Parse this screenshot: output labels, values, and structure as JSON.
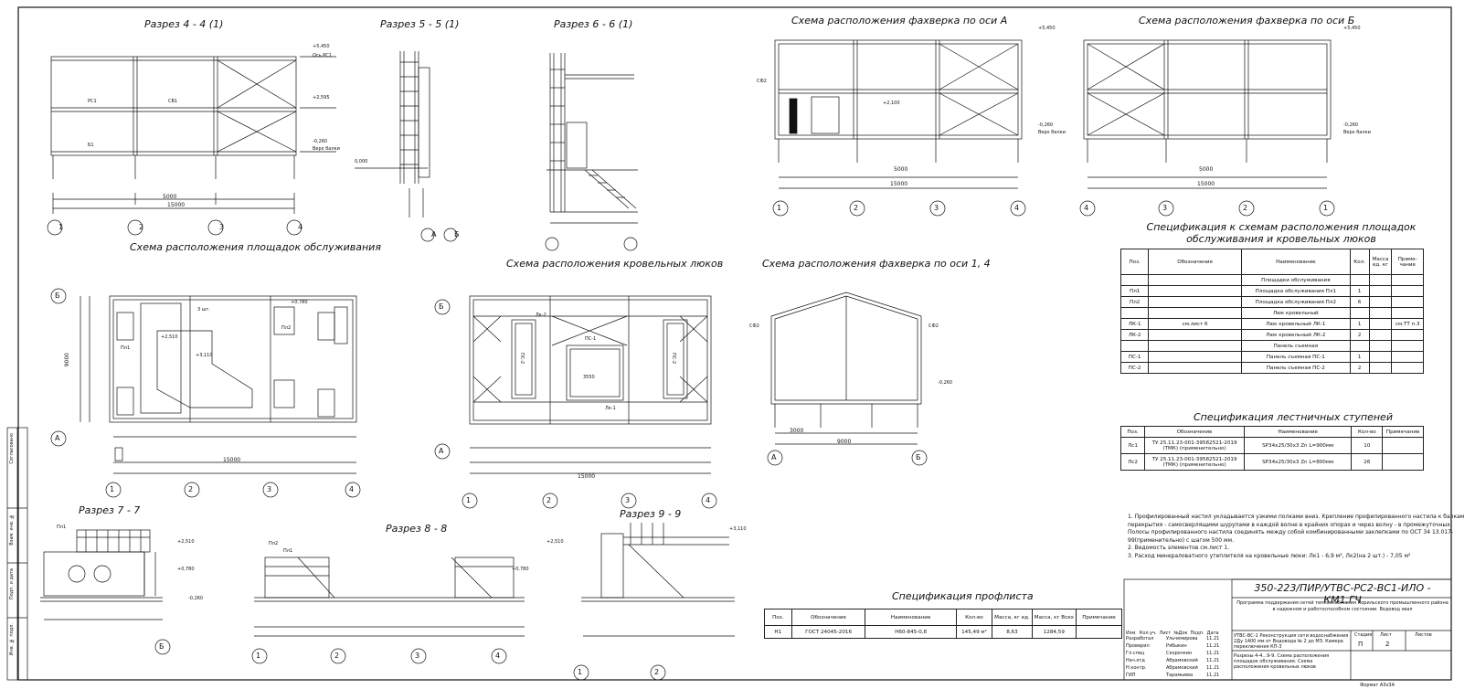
{
  "titles": {
    "sec44": "Разрез 4 - 4 (1)",
    "sec55": "Разрез 5 - 5 (1)",
    "sec66": "Разрез 6 - 6 (1)",
    "faxA": "Схема расположения фахверка по оси А",
    "faxB": "Схема расположения фахверка по оси Б",
    "platforms": "Схема расположения площадок обслуживания",
    "hatches": "Схема расположения кровельных люков",
    "fax14": "Схема расположения фахверка по оси 1, 4",
    "sec77": "Разрез 7 - 7",
    "sec88": "Разрез 8 - 8",
    "sec99": "Разрез 9 - 9",
    "specPlat": "Спецификация к схемам расположения площадок обслуживания и кровельных люков",
    "specStairs": "Спецификация лестничных ступеней",
    "specProfile": "Спецификация профлиста"
  },
  "labels": {
    "elev5450": "+5,450",
    "osRS1": "Ось РС1",
    "elev2595": "+2,595",
    "elevM0260": "-0,260",
    "topBeam": "Верх балки",
    "elev0000": "0,000",
    "elev3110": "+3,110",
    "elev2510": "+2,510",
    "elev0780": "+0,780",
    "elevM0260b": "-0,260",
    "elev2100": "+2,100",
    "dim5000": "5000",
    "dim15000": "15000",
    "dim9000": "9000",
    "dim3000": "3000",
    "dim3550": "3550",
    "ax1": "1",
    "ax2": "2",
    "ax3": "3",
    "ax4": "4",
    "axA": "А",
    "axB": "Б",
    "rs1": "РС1",
    "sv1": "СВ1",
    "b1": "Б1",
    "sf2": "СФ2",
    "pc1": "ПС-1",
    "pc2": "ПС-2",
    "lk1": "Лк-1",
    "lk2": "Лк-2",
    "pl1": "Пл1",
    "pl2": "Пл2",
    "a": "а",
    "sht3": "3 шт."
  },
  "specPlatform": {
    "headers": [
      "Поз.",
      "Обозначение",
      "Наименование",
      "Кол.",
      "Масса ед. кг",
      "Приме- чание"
    ],
    "rows": [
      [
        "",
        "",
        "Площадки обслуживания",
        "",
        "",
        ""
      ],
      [
        "Пл1",
        "",
        "Площадка обслуживания Пл1",
        "1",
        "",
        ""
      ],
      [
        "Пл2",
        "",
        "Площадка обслуживания Пл2",
        "6",
        "",
        ""
      ],
      [
        "",
        "",
        "Люк кровельный",
        "",
        "",
        ""
      ],
      [
        "ЛК-1",
        "см.лист 6",
        "Люк кровельный ЛК-1",
        "1",
        "",
        "см.ТТ п.3"
      ],
      [
        "ЛК-2",
        "",
        "Люк кровельный ЛК-2",
        "2",
        "",
        ""
      ],
      [
        "",
        "",
        "Панель съемная",
        "",
        "",
        ""
      ],
      [
        "ПС-1",
        "",
        "Панель съемная ПС-1",
        "1",
        "",
        ""
      ],
      [
        "ПС-2",
        "",
        "Панель съемная ПС-2",
        "2",
        "",
        ""
      ]
    ]
  },
  "specStairs": {
    "headers": [
      "Поз.",
      "Обозначение",
      "Наименование",
      "Кол-во",
      "Примечание"
    ],
    "rows": [
      [
        "Лс1",
        "ТУ 25.11.23-001-39582521-2019 (ТМК) (применительно)",
        "SP34x25/30x3 Zn L=900мм",
        "10",
        ""
      ],
      [
        "Лс2",
        "ТУ 25.11.23-001-39582521-2019 (ТМК) (применительно)",
        "SP34x25/30x3 Zn L=800мм",
        "26",
        ""
      ]
    ]
  },
  "specProfile": {
    "headers": [
      "Поз.",
      "Обозначение",
      "Наименование",
      "Кол-во",
      "Масса, кг ед.",
      "Масса, кг Всех",
      "Примечание"
    ],
    "rows": [
      [
        "Н1",
        "ГОСТ 24045-2016",
        "Н60-845-0,8",
        "145,49 м²",
        "8,63",
        "1284,59",
        ""
      ]
    ]
  },
  "notes": [
    "1. Профилированный настил укладывается узкими полками вниз. Крепление профилированного настила к балкам перекрытия - самосверлящими шурупами в каждой волне в крайних опорах и через волну - в промежуточных. Полосы профилированного настила соединять между собой комбинированными заклепками по ОСТ 34 13.017-99(применительно) с шагом 500 мм.",
    "2. Ведомость элементов см.лист 1.",
    "3. Расход минераловатного утеплителя на кровельные люки: Лк1 - 6,9 м², Лк2(на 2 шт.) - 7,05 м²"
  ],
  "stamp": {
    "code": "350-223/ПИР/УТВС-РС2-ВС1-ИЛО - КМ1.ГЧ",
    "project": "Программа поддержания сетей теплоснабжения Норильского промышленного района в надежном и работоспособном состоянии. Водовод эвал",
    "object": "УТВС-ВС-1 Реконструкция сети водоснабжения 2Ду 1400 мм от Водовода № 2 до МЗ. Камера переключения КП-3",
    "sheetTitle": "Разрезы 4-4...9-9. Схема расположения площадок обслуживания. Схема расположения кровельных люков",
    "stage": "П",
    "sheet": "2",
    "stageLabel": "Стадия",
    "sheetLabel": "Лист",
    "sheetsLabel": "Листов",
    "format": "Формат А3х3А",
    "roles": [
      "Изм.",
      "Кол.уч.",
      "Лист",
      "№Док",
      "Подп.",
      "Дата"
    ],
    "people": [
      [
        "Разработал",
        "Ульчемирова",
        "11.21"
      ],
      [
        "Проверил",
        "Рябыкин",
        "11.21"
      ],
      [
        "Гл.спец",
        "Скорочкин",
        "11.21"
      ],
      [
        "Нач.отд",
        "Абрамовский",
        "11.21"
      ],
      [
        "Н.контр.",
        "Абрамовский",
        "11.21"
      ],
      [
        "ГИП",
        "Тарамыева",
        "11.21"
      ]
    ]
  },
  "leftStrip": [
    "Согласовано",
    "Взам. инв. №",
    "Подп. и дата",
    "Инв. № подл."
  ]
}
